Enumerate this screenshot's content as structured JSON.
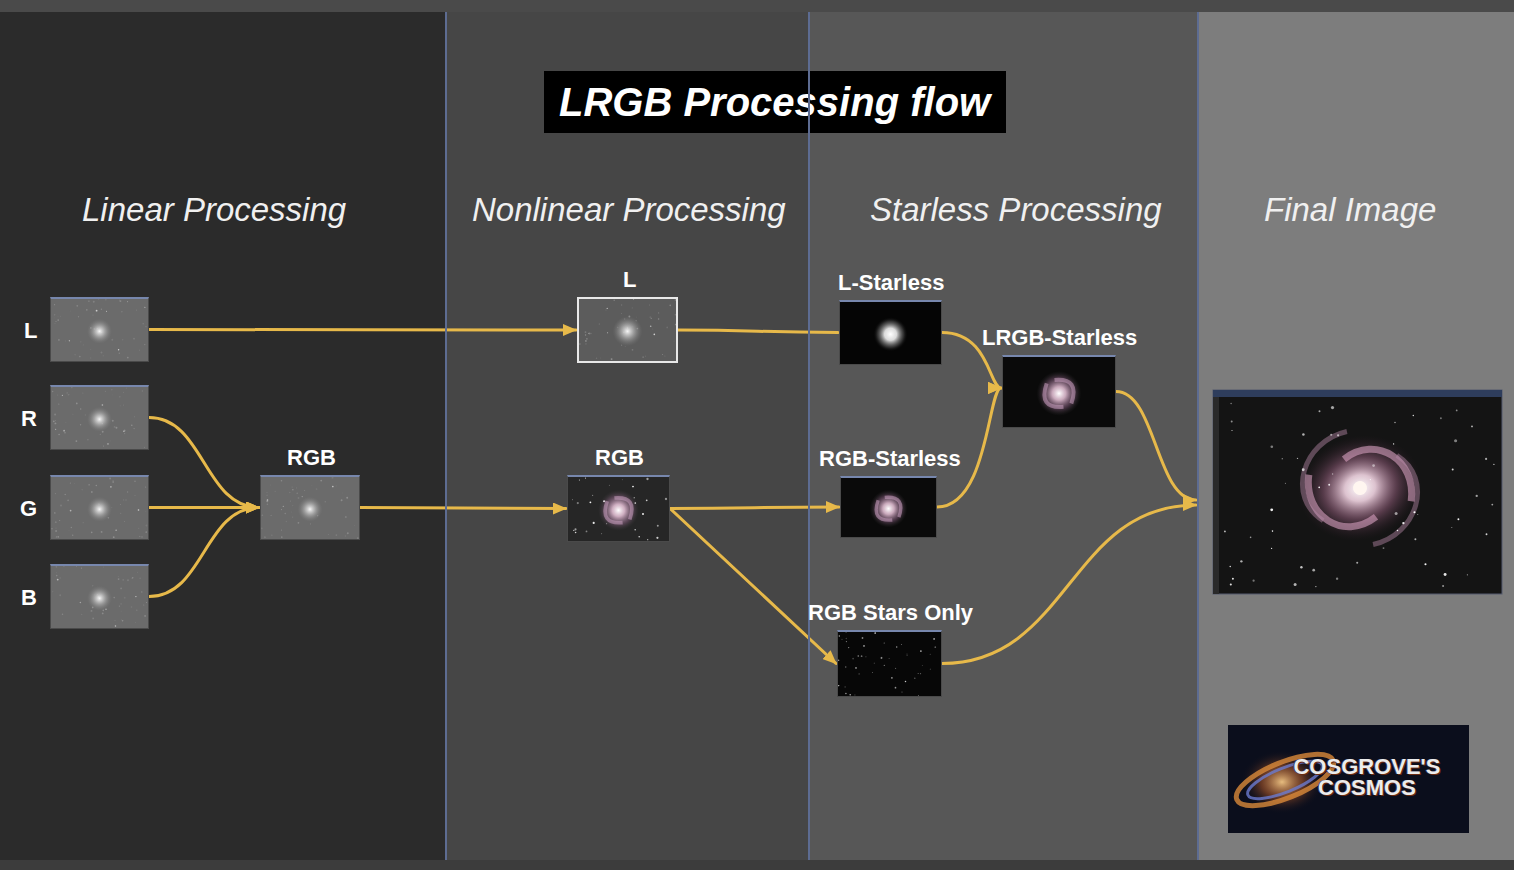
{
  "diagram": {
    "title": "LRGB Processing flow",
    "nodes": [
      {
        "text": [
          "Linear Processing"
        ]
      },
      {
        "text": [
          "L"
        ],
        "in": 0
      },
      {
        "text": [
          "R"
        ],
        "in": 0
      },
      {
        "text": [
          "G"
        ],
        "in": 0
      },
      {
        "text": [
          "B"
        ],
        "in": 0
      },
      {
        "text": [
          "RGB"
        ],
        "in": 0
      },
      {
        "text": [
          "Nonlinear Processing"
        ]
      },
      {
        "text": [
          "L"
        ],
        "in": 6
      },
      {
        "text": [
          "RGB"
        ],
        "in": 6
      },
      {
        "text": [
          "Starless Processing"
        ]
      },
      {
        "text": [
          "L-Starless"
        ],
        "in": 9
      },
      {
        "text": [
          "LRGB-Starless"
        ],
        "in": 9
      },
      {
        "text": [
          "RGB-Starless"
        ],
        "in": 9
      },
      {
        "text": [
          "RGB Stars Only"
        ],
        "in": 9
      },
      {
        "text": [
          "Final Image"
        ]
      }
    ],
    "edges": [
      {
        "from": 1,
        "to": 7,
        "arrow": "to"
      },
      {
        "from": 2,
        "to": 5,
        "arrow": "to"
      },
      {
        "from": 3,
        "to": 5,
        "arrow": "to"
      },
      {
        "from": 4,
        "to": 5,
        "arrow": "to"
      },
      {
        "from": 5,
        "to": 8,
        "arrow": "to"
      },
      {
        "from": 7,
        "to": 10,
        "arrow": "none"
      },
      {
        "from": 8,
        "to": 12,
        "arrow": "to"
      },
      {
        "from": 8,
        "to": 13,
        "arrow": "to"
      },
      {
        "from": 10,
        "to": 11,
        "arrow": "to"
      },
      {
        "from": 12,
        "to": 11,
        "arrow": "to"
      },
      {
        "from": 11,
        "to": 14,
        "arrow": "to"
      },
      {
        "from": 13,
        "to": 14,
        "arrow": "to"
      }
    ],
    "labels": [
      "COSGROVE'S COSMOS"
    ]
  }
}
